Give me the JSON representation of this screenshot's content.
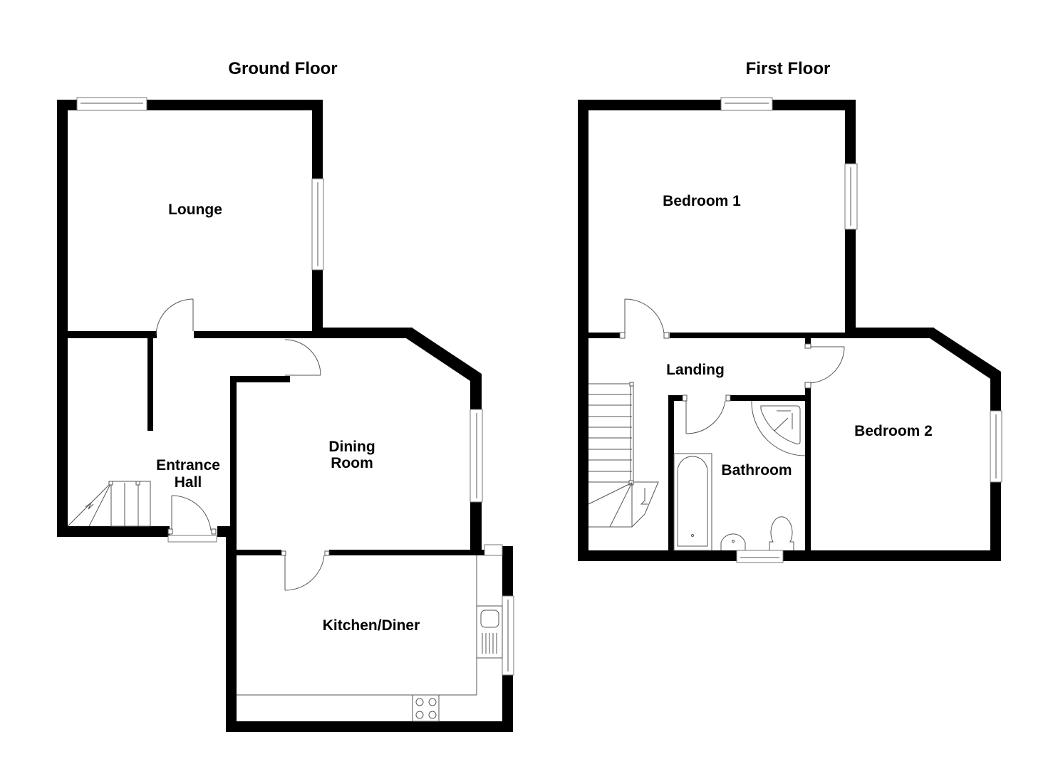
{
  "floors": [
    {
      "title": "Ground Floor",
      "rooms": [
        {
          "label": "Lounge"
        },
        {
          "label_lines": [
            "Entrance",
            "Hall"
          ]
        },
        {
          "label_lines": [
            "Dining",
            "Room"
          ]
        },
        {
          "label": "Kitchen/Diner"
        }
      ]
    },
    {
      "title": "First Floor",
      "rooms": [
        {
          "label": "Bedroom 1"
        },
        {
          "label": "Landing"
        },
        {
          "label": "Bathroom"
        },
        {
          "label": "Bedroom 2"
        }
      ]
    }
  ],
  "colors": {
    "wall": "#000000",
    "fixture_line": "#555555",
    "background": "#ffffff"
  }
}
